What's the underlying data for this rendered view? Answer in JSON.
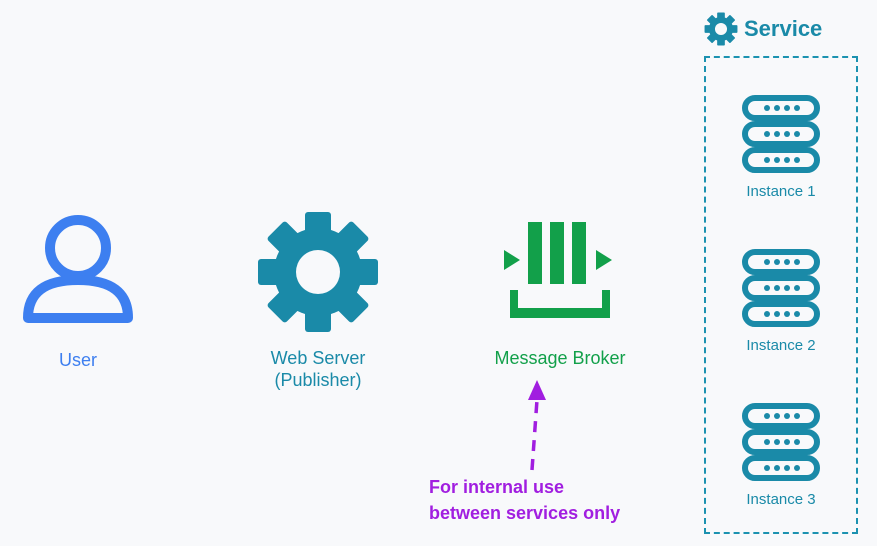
{
  "service": {
    "title": "Service"
  },
  "nodes": {
    "user": {
      "label": "User"
    },
    "web_server": {
      "line1": "Web Server",
      "line2": "(Publisher)"
    },
    "message_broker": {
      "label": "Message Broker"
    }
  },
  "instances": [
    {
      "label": "Instance 1"
    },
    {
      "label": "Instance 2"
    },
    {
      "label": "Instance 3"
    }
  ],
  "note": {
    "line1": "For internal use",
    "line2": "between services only"
  },
  "colors": {
    "user": "#3d7ff0",
    "web_server": "#1a8aa8",
    "broker": "#12a04a",
    "note": "#a11ee0",
    "service": "#1c92b0"
  }
}
